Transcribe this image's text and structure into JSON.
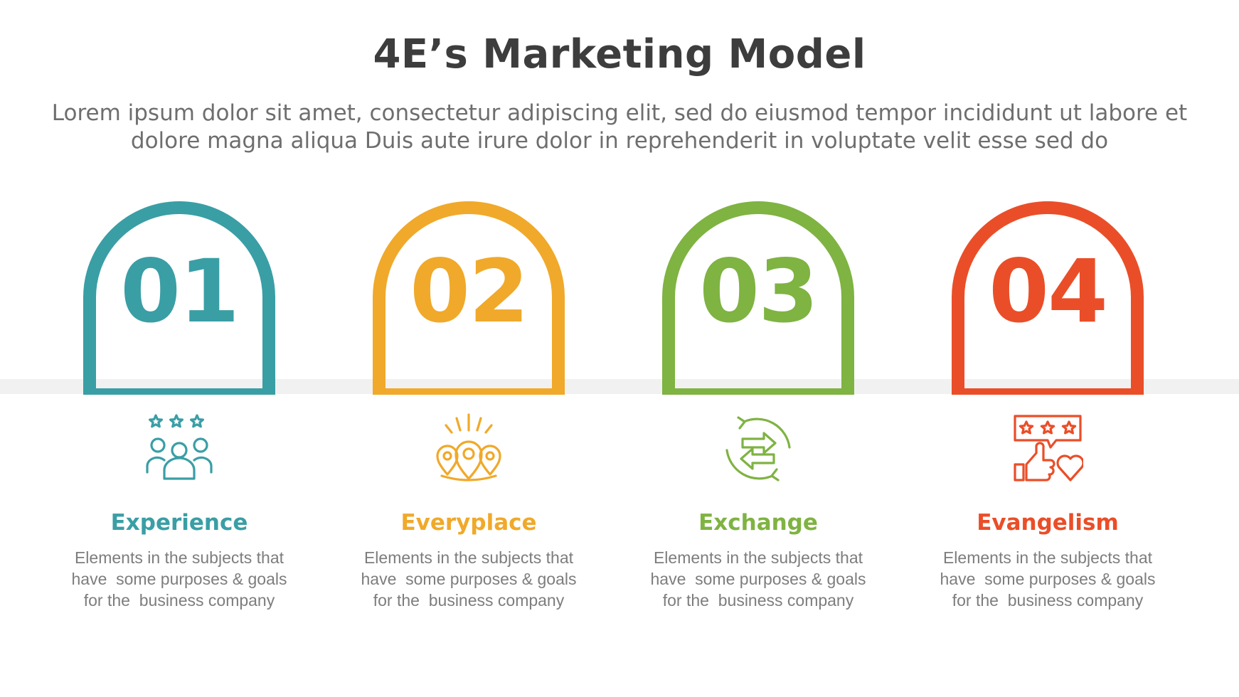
{
  "title": "4E’s Marketing Model",
  "subtitle": "Lorem ipsum dolor sit amet, consectetur adipiscing elit, sed do eiusmod tempor incididunt ut labore et dolore magna aliqua Duis aute irure dolor in reprehenderit in voluptate velit esse sed do",
  "steps": [
    {
      "number": "01",
      "label": "Experience",
      "color": "#3a9ea5",
      "icon": "people-rating-icon",
      "desc": [
        "Elements in the subjects that",
        "have  some purposes & goals",
        "for the  business company"
      ]
    },
    {
      "number": "02",
      "label": "Everyplace",
      "color": "#f0a92a",
      "icon": "location-pins-icon",
      "desc": [
        "Elements in the subjects that",
        "have  some purposes & goals",
        "for the  business company"
      ]
    },
    {
      "number": "03",
      "label": "Exchange",
      "color": "#7fb342",
      "icon": "exchange-arrows-icon",
      "desc": [
        "Elements in the subjects that",
        "have  some purposes & goals",
        "for the  business company"
      ]
    },
    {
      "number": "04",
      "label": "Evangelism",
      "color": "#ea4e28",
      "icon": "review-like-icon",
      "desc": [
        "Elements in the subjects that",
        "have  some purposes & goals",
        "for the  business company"
      ]
    }
  ]
}
